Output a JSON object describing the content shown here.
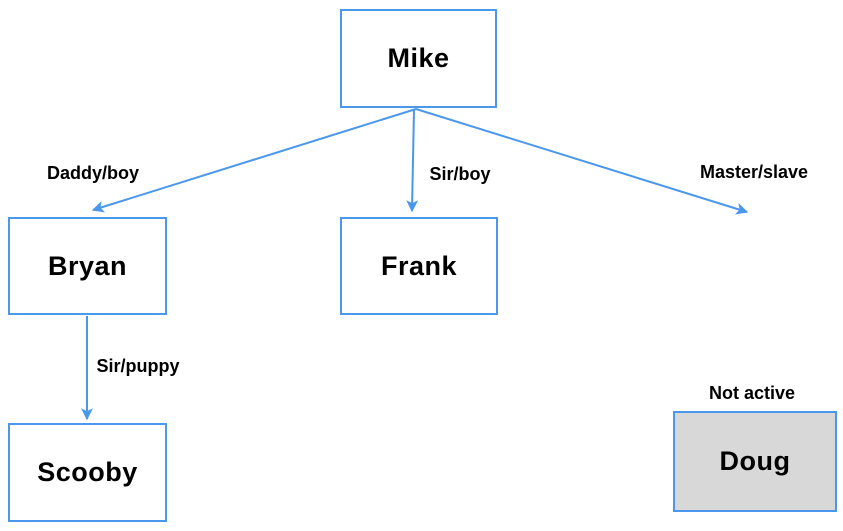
{
  "nodes": {
    "mike": {
      "label": "Mike"
    },
    "bryan": {
      "label": "Bryan"
    },
    "frank": {
      "label": "Frank"
    },
    "scooby": {
      "label": "Scooby"
    },
    "doug": {
      "label": "Doug",
      "status_label": "Not active"
    }
  },
  "edges": {
    "mike_bryan": {
      "from": "Mike",
      "to": "Bryan",
      "label": "Daddy/boy"
    },
    "mike_frank": {
      "from": "Mike",
      "to": "Frank",
      "label": "Sir/boy"
    },
    "mike_unattached": {
      "from": "Mike",
      "to": "",
      "label": "Master/slave"
    },
    "bryan_scooby": {
      "from": "Bryan",
      "to": "Scooby",
      "label": "Sir/puppy"
    }
  },
  "colors": {
    "accent_blue": "#4a97ec",
    "inactive_node_fill": "#d8d8d8",
    "text": "#000000",
    "background": "#ffffff"
  }
}
